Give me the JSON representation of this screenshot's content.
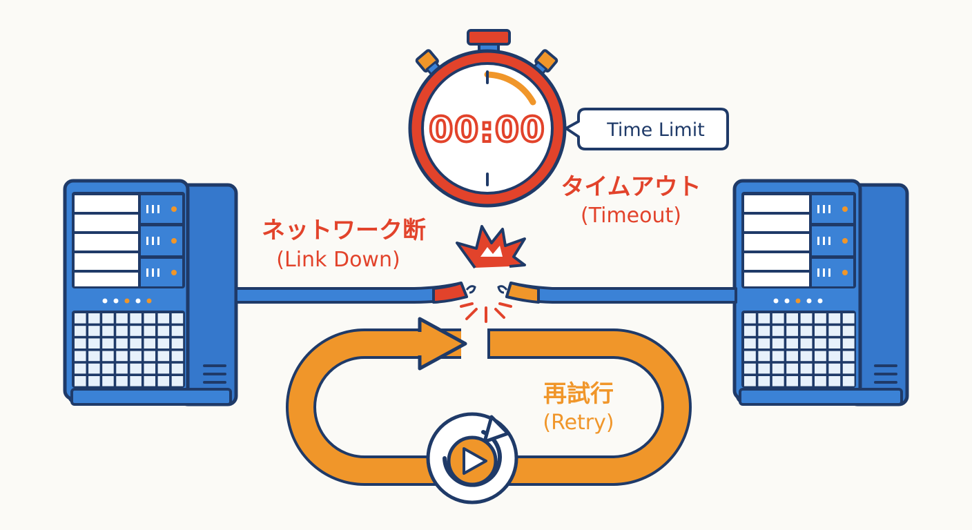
{
  "stopwatch": {
    "display": "00:00"
  },
  "callout": {
    "text": "Time Limit"
  },
  "labels": {
    "timeout_jp": "タイムアウト",
    "timeout_en": "(Timeout)",
    "linkdown_jp": "ネットワーク断",
    "linkdown_en": "(Link Down)",
    "retry_jp": "再試行",
    "retry_en": "(Retry)"
  },
  "colors": {
    "navy": "#1f3a68",
    "blue": "#3b82d6",
    "light_blue": "#e7f1fb",
    "red": "#e2432b",
    "orange": "#f0962a",
    "background": "#fbfaf6"
  },
  "icons": {
    "stopwatch": "stopwatch-icon",
    "server_left": "server-icon",
    "server_right": "server-icon",
    "break": "spark-break-icon",
    "retry": "replay-icon"
  }
}
